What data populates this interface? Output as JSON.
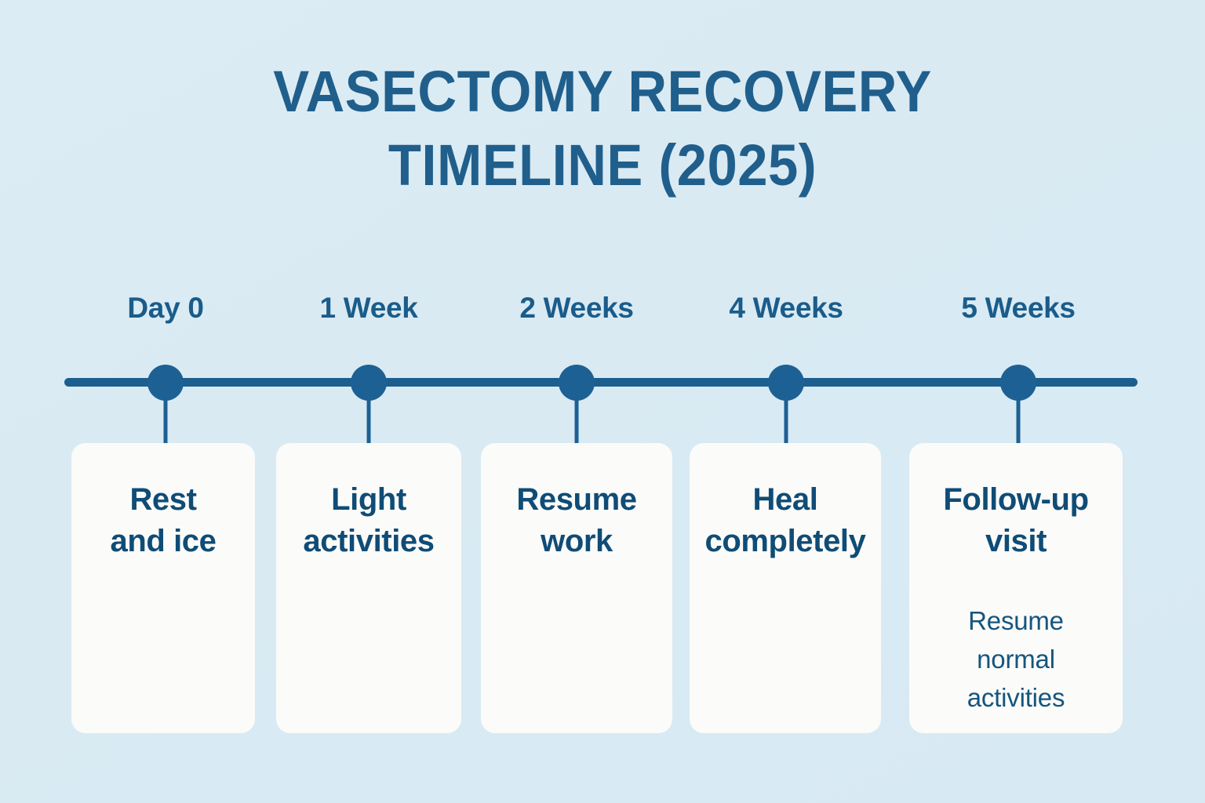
{
  "header": {
    "title_line_1": "VASECTOMY RECOVERY",
    "title_line_2": "TIMELINE (2025)",
    "title_full": "VASECTOMY RECOVERY TIMELINE (2025)"
  },
  "colors": {
    "background_top": "#dcecf4",
    "background_bottom": "#d7e9f3",
    "title_blue": "#205f8c",
    "axis_blue": "#1c5f8e",
    "dot_blue": "#1d6094",
    "card_background": "#fbfbf9",
    "card_title_blue": "#0f4c76",
    "card_sub_blue": "#15557f",
    "label_blue": "#1a5c8a"
  },
  "chart_data": {
    "type": "timeline",
    "title": "VASECTOMY RECOVERY TIMELINE (2025)",
    "orientation": "horizontal",
    "milestone_count": 5,
    "categories": [
      "Day 0",
      "1 Week",
      "2 Weeks",
      "4 Weeks",
      "5 Weeks"
    ],
    "values": [
      0,
      7,
      14,
      28,
      35
    ],
    "value_unit": "days",
    "milestones": [
      {
        "label": "Day 0",
        "days": 0,
        "activity": "Rest\nand ice",
        "detail": ""
      },
      {
        "label": "1 Week",
        "days": 7,
        "activity": "Light\nactivities",
        "detail": ""
      },
      {
        "label": "2 Weeks",
        "days": 14,
        "activity": "Resume\nwork",
        "detail": ""
      },
      {
        "label": "4 Weeks",
        "days": 28,
        "activity": "Heal\ncompletely",
        "detail": ""
      },
      {
        "label": "5 Weeks",
        "days": 35,
        "activity": "Follow-up\nvisit",
        "detail": "Resume\nnormal\nactivities"
      }
    ]
  },
  "timeline": {
    "nodes": [
      {
        "label": "Day 0",
        "card_title": "Rest\nand ice",
        "card_sub": ""
      },
      {
        "label": "1 Week",
        "card_title": "Light\nactivities",
        "card_sub": ""
      },
      {
        "label": "2 Weeks",
        "card_title": "Resume\nwork",
        "card_sub": ""
      },
      {
        "label": "4 Weeks",
        "card_title": "Heal\ncompletely",
        "card_sub": ""
      },
      {
        "label": "5 Weeks",
        "card_title": "Follow-up\nvisit",
        "card_sub": "Resume\nnormal\nactivities"
      }
    ]
  }
}
